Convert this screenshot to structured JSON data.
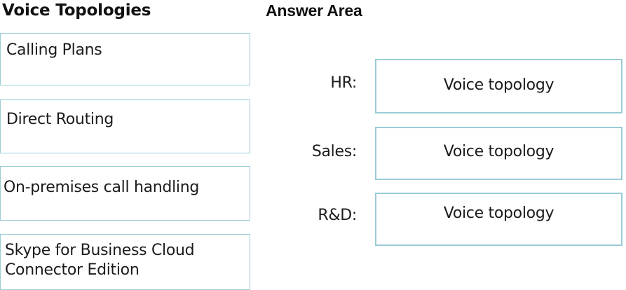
{
  "columns": {
    "left_heading": "Voice Topologies",
    "right_heading": "Answer Area"
  },
  "voice_topologies": {
    "options": [
      {
        "label": "Calling Plans"
      },
      {
        "label": "Direct Routing"
      },
      {
        "label": "On-premises call handling"
      },
      {
        "label": "Skype for Business Cloud Connector Edition"
      }
    ]
  },
  "answer_area": {
    "rows": [
      {
        "label": "HR:",
        "value": "Voice topology"
      },
      {
        "label": "Sales:",
        "value": "Voice topology"
      },
      {
        "label": "R&D:",
        "value": "Voice topology"
      }
    ]
  },
  "colors": {
    "box_border": "#9ACBD6",
    "text": "#1c1c1c",
    "heading": "#111111",
    "background": "#ffffff"
  }
}
